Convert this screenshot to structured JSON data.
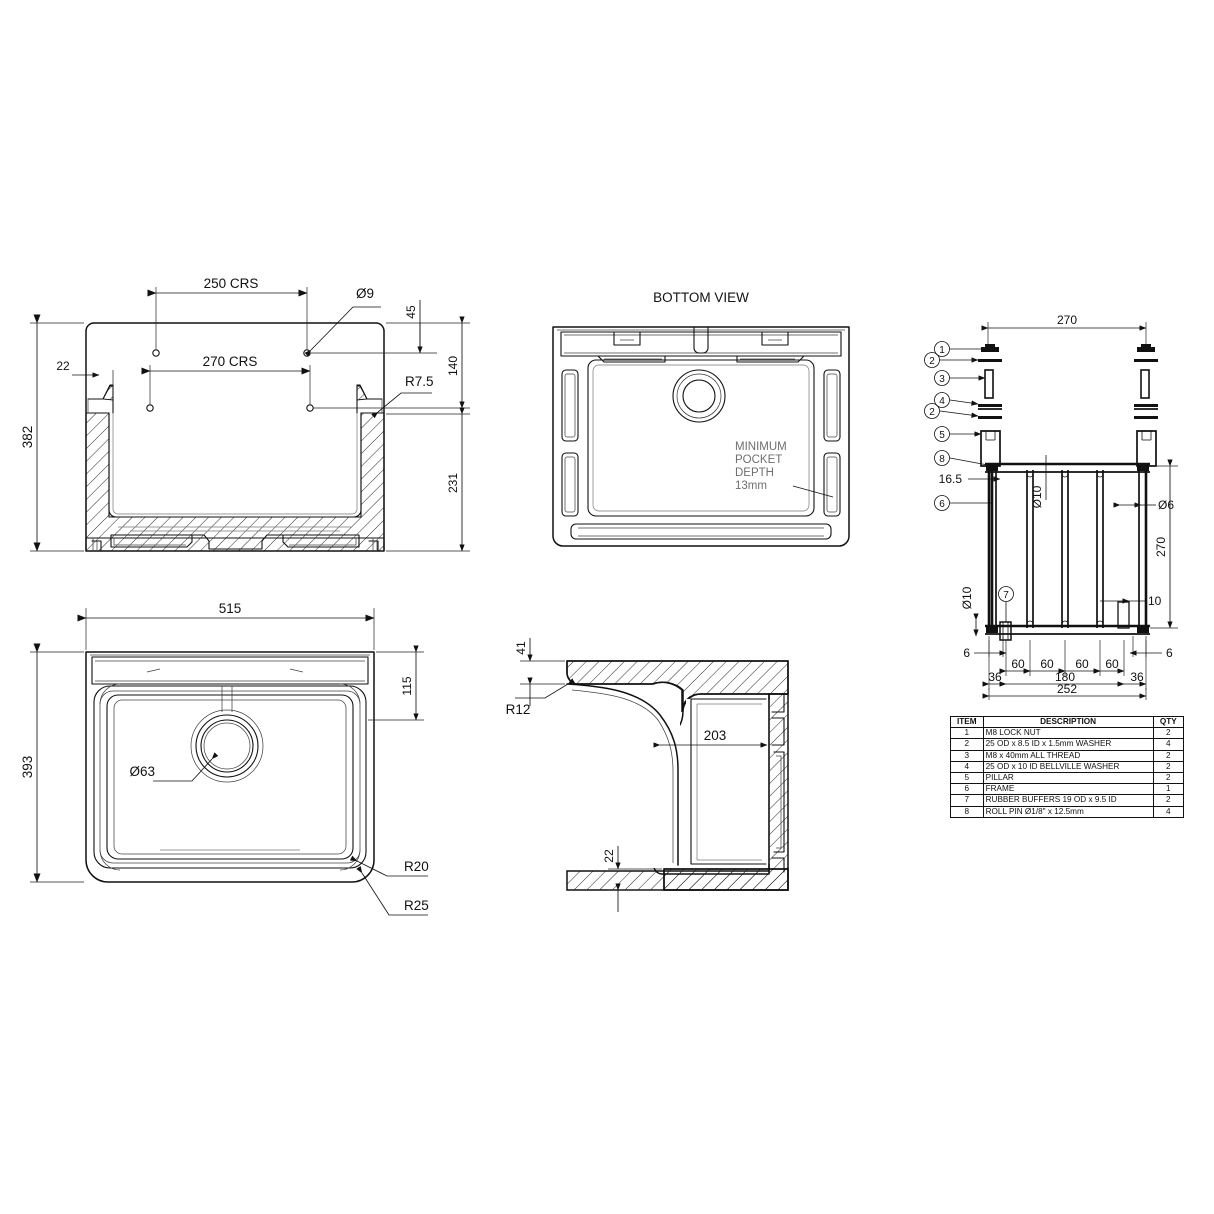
{
  "drawing": {
    "title_bottom_view": "BOTTOM VIEW",
    "note_pocket": {
      "line1": "MINIMUM",
      "line2": "POCKET",
      "line3": "DEPTH",
      "line4": "13mm"
    }
  },
  "front_section": {
    "dim_overall_height": "382",
    "dim_wall_thickness": "22",
    "dim_crs_250": "250 CRS",
    "dim_crs_270": "270 CRS",
    "dim_hole_dia": "Ø9",
    "dim_45": "45",
    "dim_140": "140",
    "dim_231": "231",
    "dim_r75": "R7.5"
  },
  "plan_view": {
    "dim_width": "515",
    "dim_depth": "393",
    "dim_115": "115",
    "dim_drain": "Ø63",
    "dim_r20": "R20",
    "dim_r25": "R25"
  },
  "side_section": {
    "dim_41": "41",
    "dim_r12": "R12",
    "dim_203": "203",
    "dim_22": "22"
  },
  "frame_assembly": {
    "dim_270_top": "270",
    "dim_270_right": "270",
    "dim_165": "16.5",
    "dim_d10_top": "Ø10",
    "dim_d6": "Ø6",
    "dim_d10_left": "Ø10",
    "dim_10": "10",
    "dim_6_left": "6",
    "dim_6_right": "6",
    "dim_60_a": "60",
    "dim_60_b": "60",
    "dim_60_c": "60",
    "dim_60_d": "60",
    "dim_36_left": "36",
    "dim_180": "180",
    "dim_36_right": "36",
    "dim_252": "252",
    "balloons": [
      "1",
      "2",
      "3",
      "4",
      "2",
      "5",
      "8",
      "6",
      "7"
    ]
  },
  "parts_table": {
    "headers": [
      "ITEM",
      "DESCRIPTION",
      "QTY"
    ],
    "rows": [
      {
        "item": "1",
        "description": "M8 LOCK NUT",
        "qty": "2"
      },
      {
        "item": "2",
        "description": "25 OD x 8.5 ID x 1.5mm WASHER",
        "qty": "4"
      },
      {
        "item": "3",
        "description": "M8 x 40mm ALL THREAD",
        "qty": "2"
      },
      {
        "item": "4",
        "description": "25 OD x 10 ID BELLVILLE WASHER",
        "qty": "2"
      },
      {
        "item": "5",
        "description": "PILLAR",
        "qty": "2"
      },
      {
        "item": "6",
        "description": "FRAME",
        "qty": "1"
      },
      {
        "item": "7",
        "description": "RUBBER BUFFERS 19 OD x 9.5 ID",
        "qty": "2"
      },
      {
        "item": "8",
        "description": "ROLL PIN Ø1/8\" x 12.5mm",
        "qty": "4"
      }
    ]
  },
  "colors": {
    "line": "#111111",
    "thin": "#2a2a2a",
    "grey": "#8a8a8a",
    "background": "#ffffff"
  }
}
